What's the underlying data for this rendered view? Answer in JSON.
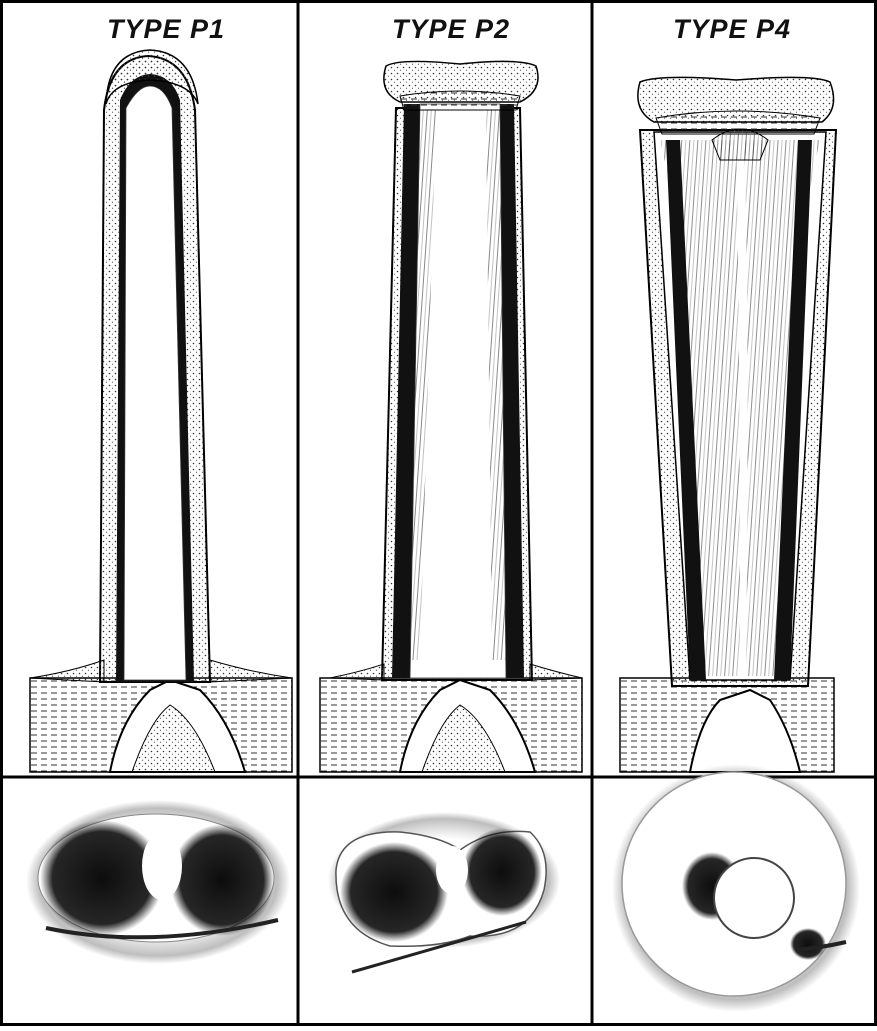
{
  "panels": [
    {
      "title": "TYPE  P1"
    },
    {
      "title": "TYPE  P2"
    },
    {
      "title": "TYPE  P4"
    }
  ]
}
